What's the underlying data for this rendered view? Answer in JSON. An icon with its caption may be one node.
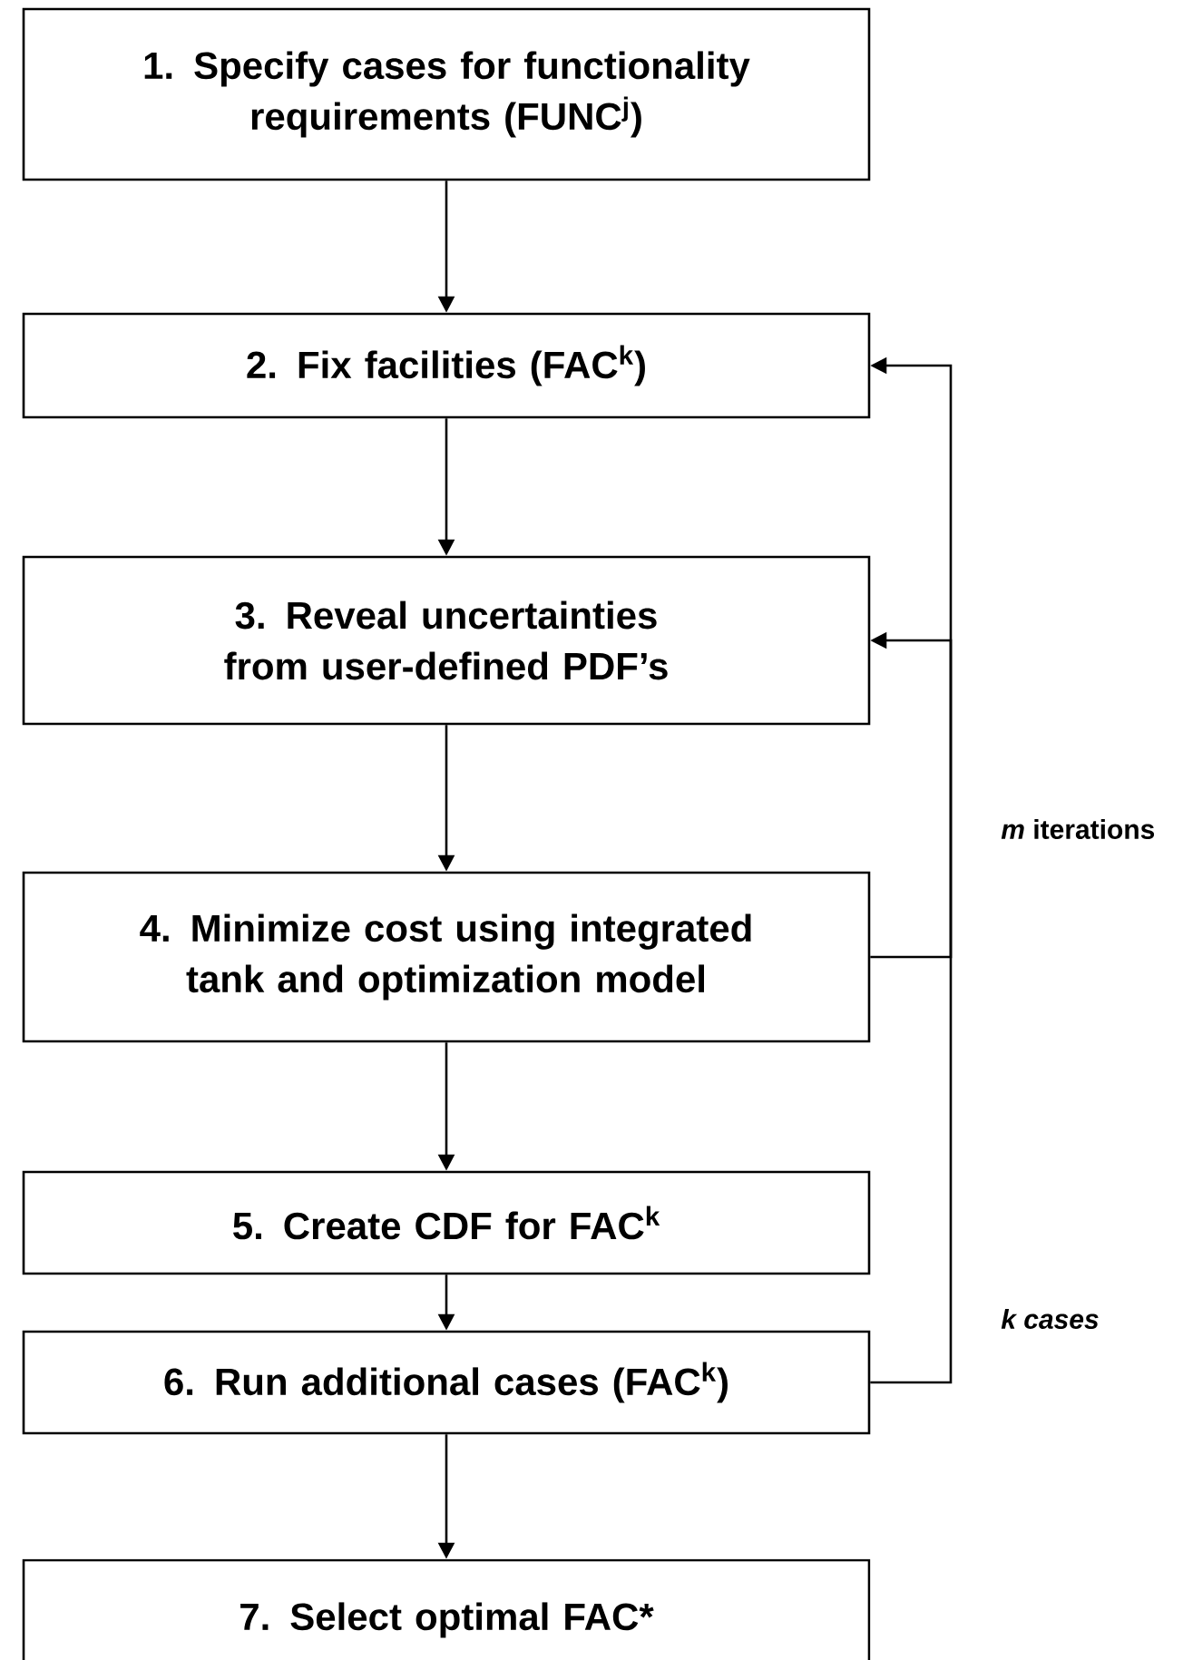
{
  "diagram": {
    "nodes": [
      {
        "text": [
          "1. Specify cases for functionality requirements (FUNC$^{j}$)"
        ]
      },
      {
        "text": [
          "2. Fix facilities (FAC$^{k}$)"
        ]
      },
      {
        "text": [
          "3. Reveal uncertainties from user-defined PDF’s"
        ]
      },
      {
        "text": [
          "4. Minimize cost using integrated tank and optimization model"
        ]
      },
      {
        "text": [
          "5. Create CDF for FAC$^{k}$"
        ]
      },
      {
        "text": [
          "6. Run additional cases (FAC$^{k}$)"
        ]
      },
      {
        "text": [
          "7. Select optimal FAC*"
        ]
      }
    ],
    "edges": [
      {
        "from": 0,
        "to": 1,
        "arrow": "to"
      },
      {
        "from": 1,
        "to": 2,
        "arrow": "to"
      },
      {
        "from": 2,
        "to": 3,
        "arrow": "to"
      },
      {
        "from": 3,
        "to": 4,
        "arrow": "to"
      },
      {
        "from": 4,
        "to": 5,
        "arrow": "to"
      },
      {
        "from": 5,
        "to": 6,
        "arrow": "to"
      },
      {
        "from": 3,
        "to": 2,
        "arrow": "to",
        "label": "*m* iterations"
      },
      {
        "from": 5,
        "to": 1,
        "arrow": "to",
        "label": "*k cases*"
      }
    ]
  }
}
